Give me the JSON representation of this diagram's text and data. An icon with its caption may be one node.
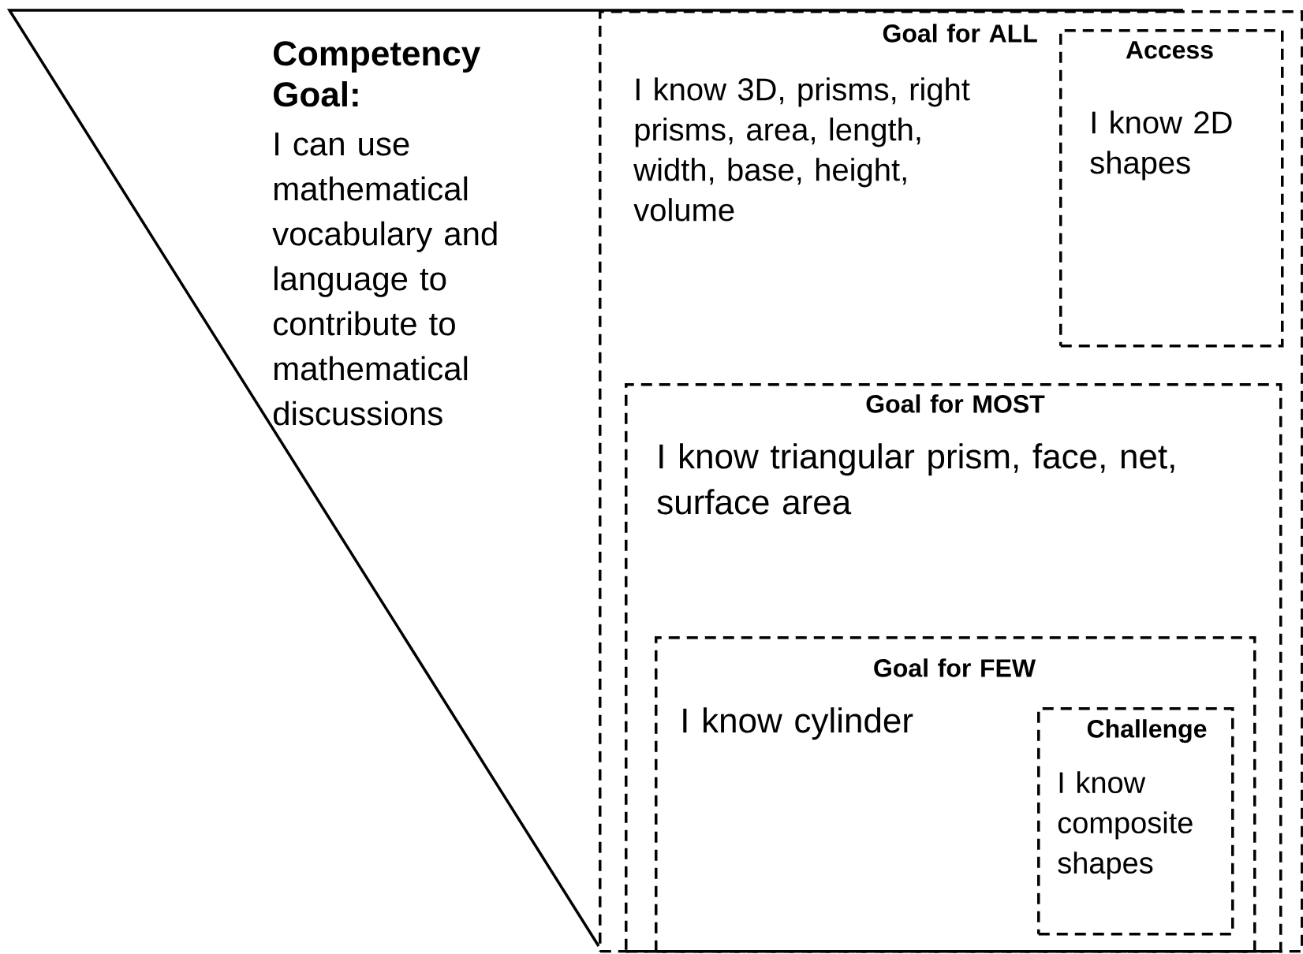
{
  "diagram": {
    "nodes": [
      {
        "text": [
          "Competency Goal:",
          "I can use mathematical vocabulary and language to contribute to mathematical discussions"
        ]
      },
      {
        "text": [
          "Goal for ALL",
          "I know 3D, prisms, right prisms, area, length, width, base, height, volume"
        ]
      },
      {
        "text": [
          "Access",
          "I know 2D shapes"
        ],
        "in": 1
      },
      {
        "text": [
          "Goal for MOST",
          "I know triangular prism, face, net, surface area"
        ],
        "in": 1
      },
      {
        "text": [
          "Goal for FEW",
          "I know cylinder"
        ],
        "in": 3
      },
      {
        "text": [
          "Challenge",
          "I know composite shapes"
        ],
        "in": 4
      }
    ]
  }
}
